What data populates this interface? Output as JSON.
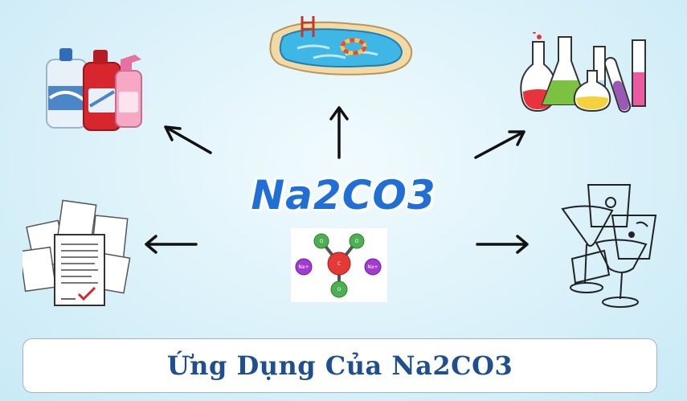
{
  "title": "Na2CO3",
  "caption": "Ứng Dụng Của Na2CO3",
  "molecule": {
    "atoms": [
      "O",
      "O",
      "C",
      "O",
      "Na+",
      "Na+"
    ]
  },
  "colors": {
    "title": "#1f6fd6",
    "caption": "#1f4f8f",
    "oxygen_atom": "#4caf50",
    "carbon_atom": "#e53935",
    "sodium_atom": "#a23bd1"
  },
  "icons": [
    "detergent-bottles-icon",
    "swimming-pool-icon",
    "lab-glassware-icon",
    "paper-documents-icon",
    "glassware-drinks-icon",
    "molecule-structure-icon"
  ]
}
